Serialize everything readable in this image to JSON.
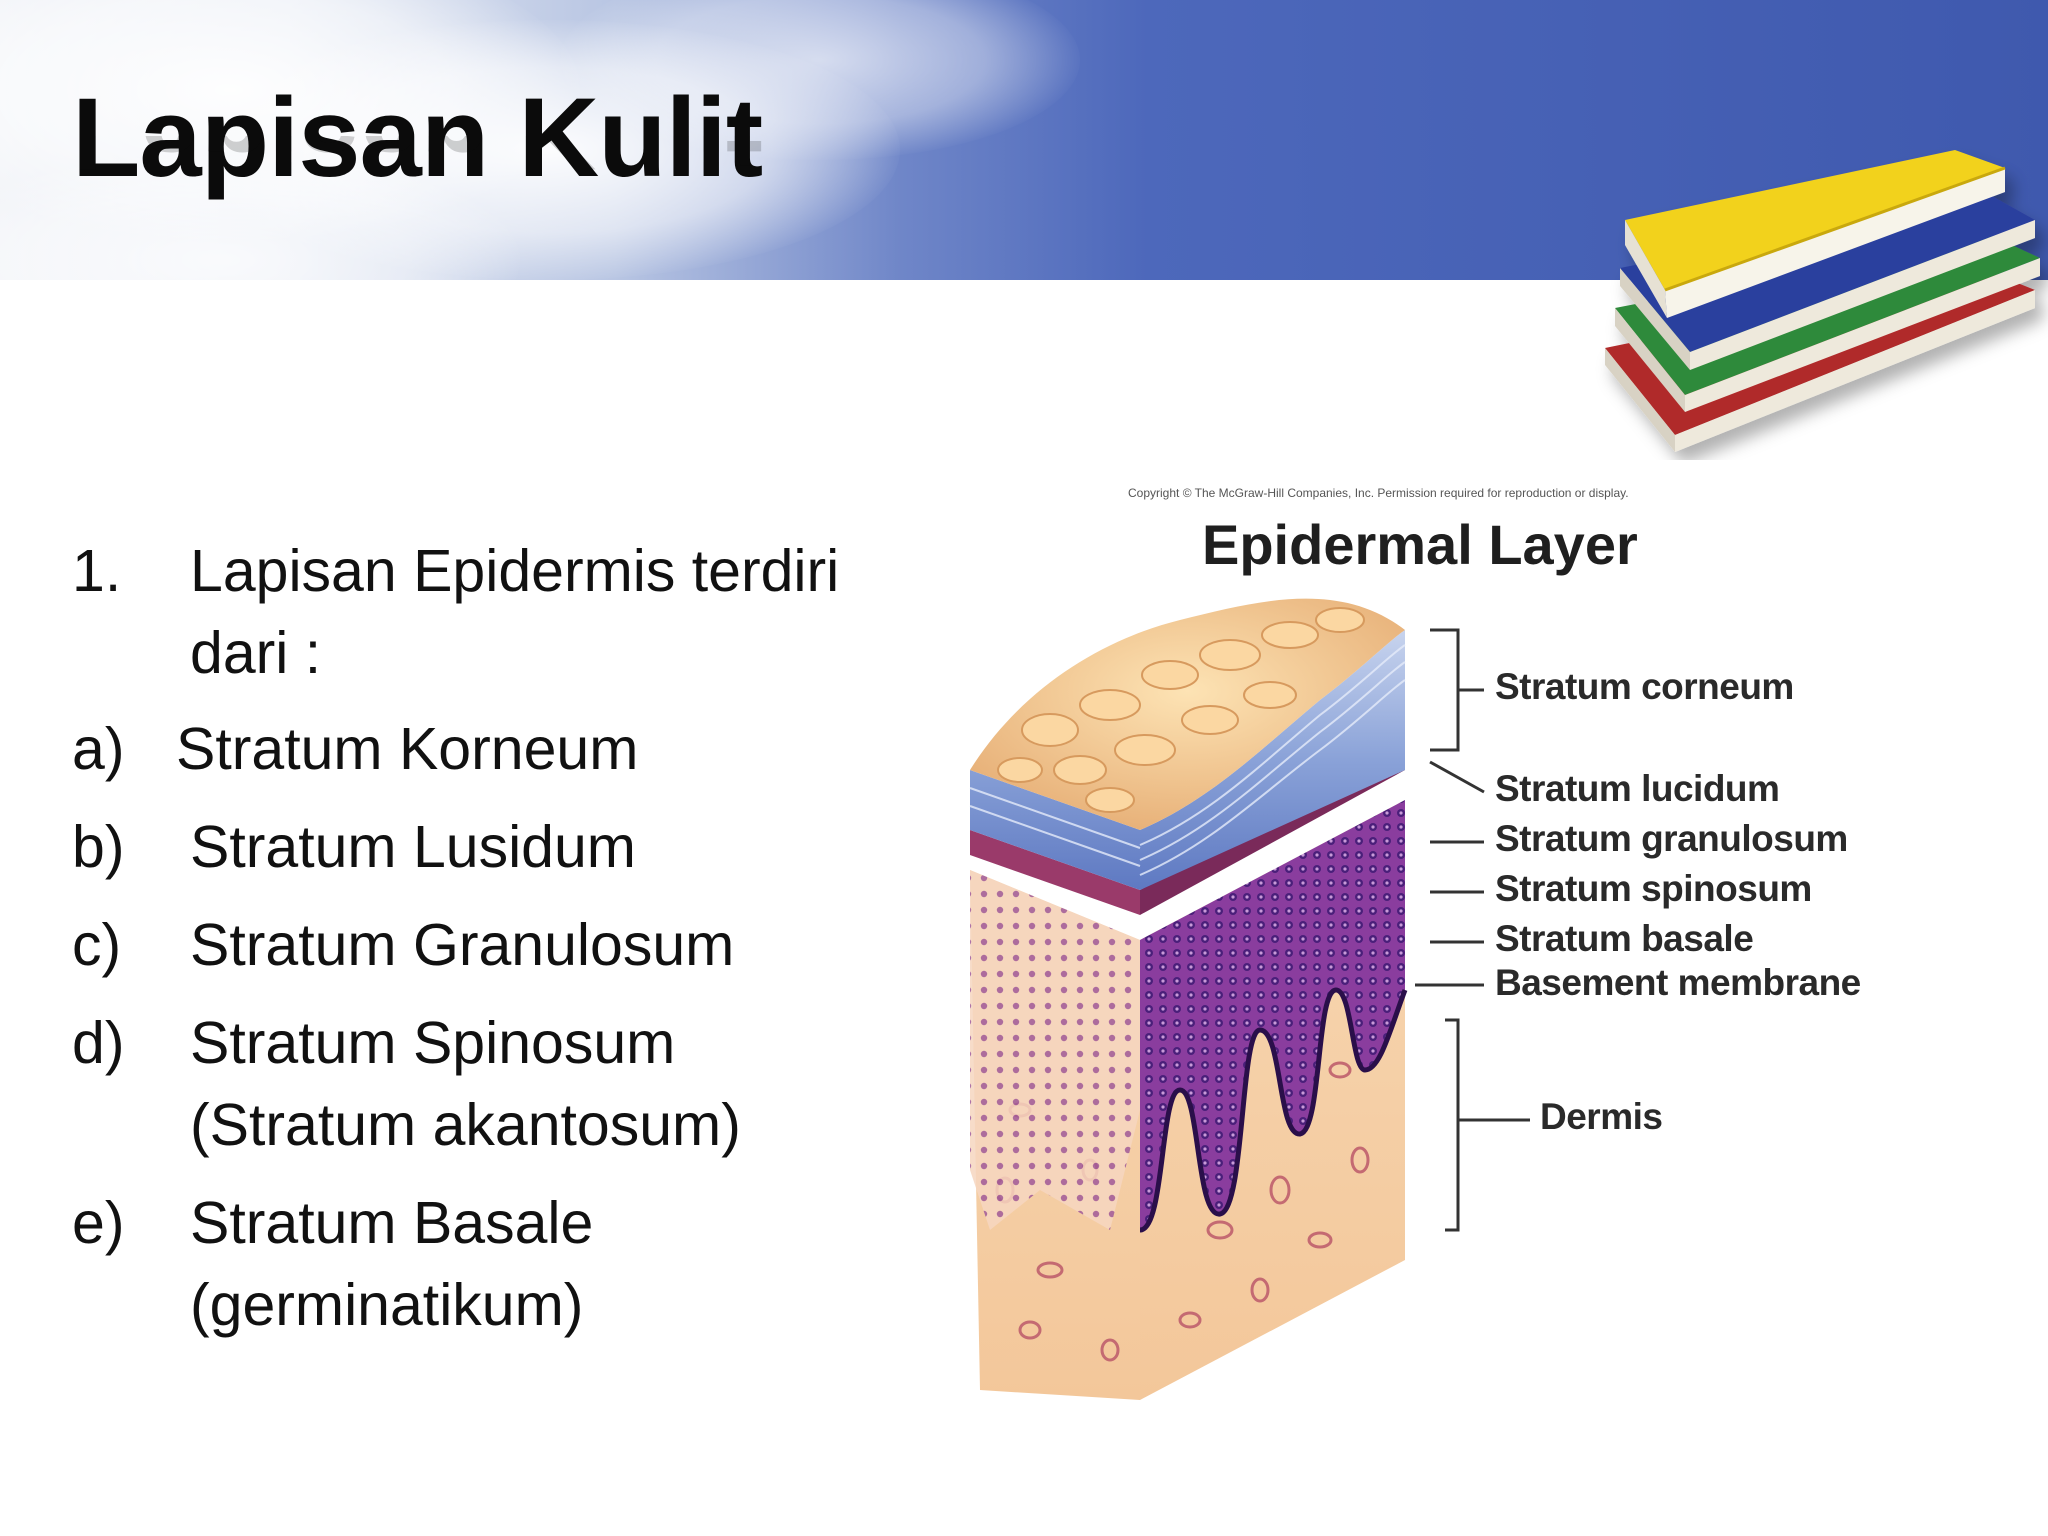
{
  "slide": {
    "title": "Lapisan Kulit"
  },
  "list": {
    "items": [
      {
        "marker": "1.",
        "lines": [
          "Lapisan Epidermis terdiri",
          "dari :"
        ]
      },
      {
        "marker": "a)",
        "lines": [
          "Stratum Korneum"
        ]
      },
      {
        "marker": "b)",
        "lines": [
          "Stratum Lusidum"
        ]
      },
      {
        "marker": "c)",
        "lines": [
          "Stratum Granulosum"
        ]
      },
      {
        "marker": "d)",
        "lines": [
          "Stratum Spinosum",
          "(Stratum akantosum)"
        ]
      },
      {
        "marker": "e)",
        "lines": [
          "Stratum Basale",
          "(germinatikum)"
        ]
      }
    ]
  },
  "figure": {
    "title": "Epidermal Layer",
    "copyright": "Copyright © The McGraw-Hill Companies, Inc. Permission required for reproduction or display.",
    "labels": {
      "corneum": "Stratum corneum",
      "lucidum": "Stratum lucidum",
      "granulosum": "Stratum granulosum",
      "spinosum": "Stratum spinosum",
      "basale": "Stratum basale",
      "basement": "Basement membrane",
      "dermis": "Dermis"
    }
  },
  "colors": {
    "banner": "#3f59ae",
    "book_yellow": "#f2d21c",
    "book_blue": "#2c3f9e",
    "book_green": "#2f8a3a",
    "book_red": "#b02a2a"
  }
}
